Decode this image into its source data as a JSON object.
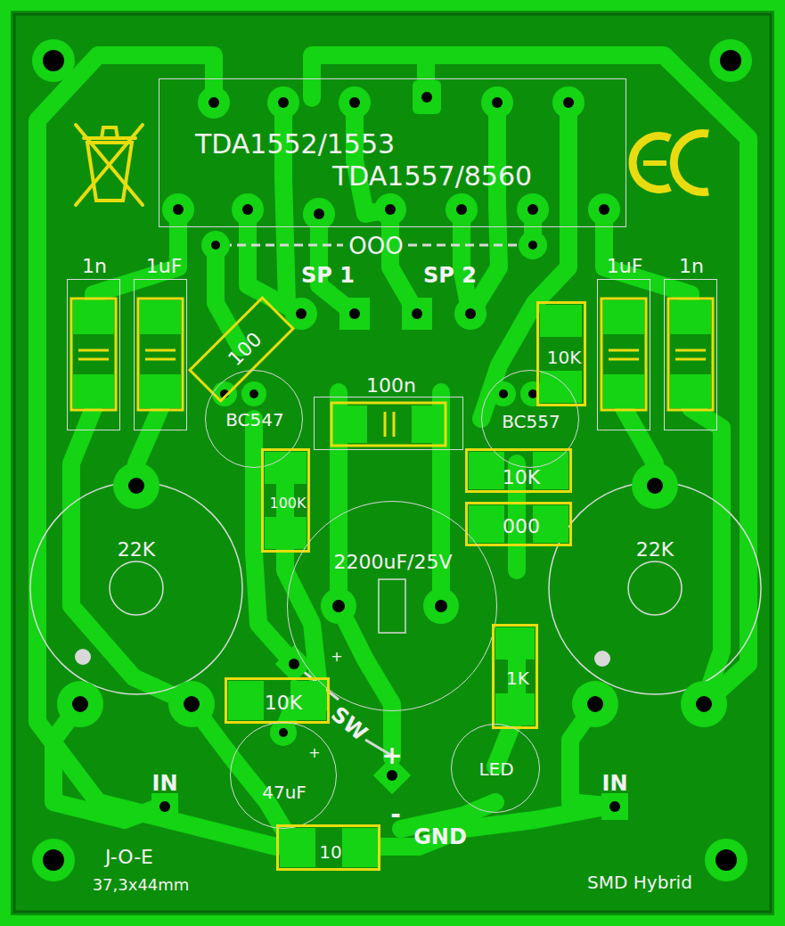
{
  "diagram": {
    "nodes": [
      {
        "text": [
          "TDA1552/1553",
          "TDA1557/8560"
        ]
      },
      {
        "text": [
          "1n"
        ]
      },
      {
        "text": [
          "1uF"
        ]
      },
      {
        "text": [
          "100"
        ]
      },
      {
        "text": [
          "BC547"
        ]
      },
      {
        "text": [
          "100n"
        ]
      },
      {
        "text": [
          "BC557"
        ]
      },
      {
        "text": [
          "10K"
        ]
      },
      {
        "text": [
          "1uF"
        ]
      },
      {
        "text": [
          "1n"
        ]
      },
      {
        "text": [
          "100K"
        ]
      },
      {
        "text": [
          "10K"
        ]
      },
      {
        "text": [
          "000"
        ]
      },
      {
        "text": [
          "22K"
        ]
      },
      {
        "text": [
          "2200uF/25V"
        ]
      },
      {
        "text": [
          "22K"
        ]
      },
      {
        "text": [
          "1K"
        ]
      },
      {
        "text": [
          "10K"
        ]
      },
      {
        "text": [
          "47uF"
        ]
      },
      {
        "text": [
          "LED"
        ]
      },
      {
        "text": [
          "10"
        ]
      }
    ],
    "labels": [
      "OOO",
      "SP 1",
      "SP 2",
      "+",
      "SW",
      "+",
      "+",
      "-",
      "IN",
      "IN",
      "GND",
      "J-O-E",
      "37,3x44mm",
      "SMD Hybrid"
    ]
  }
}
